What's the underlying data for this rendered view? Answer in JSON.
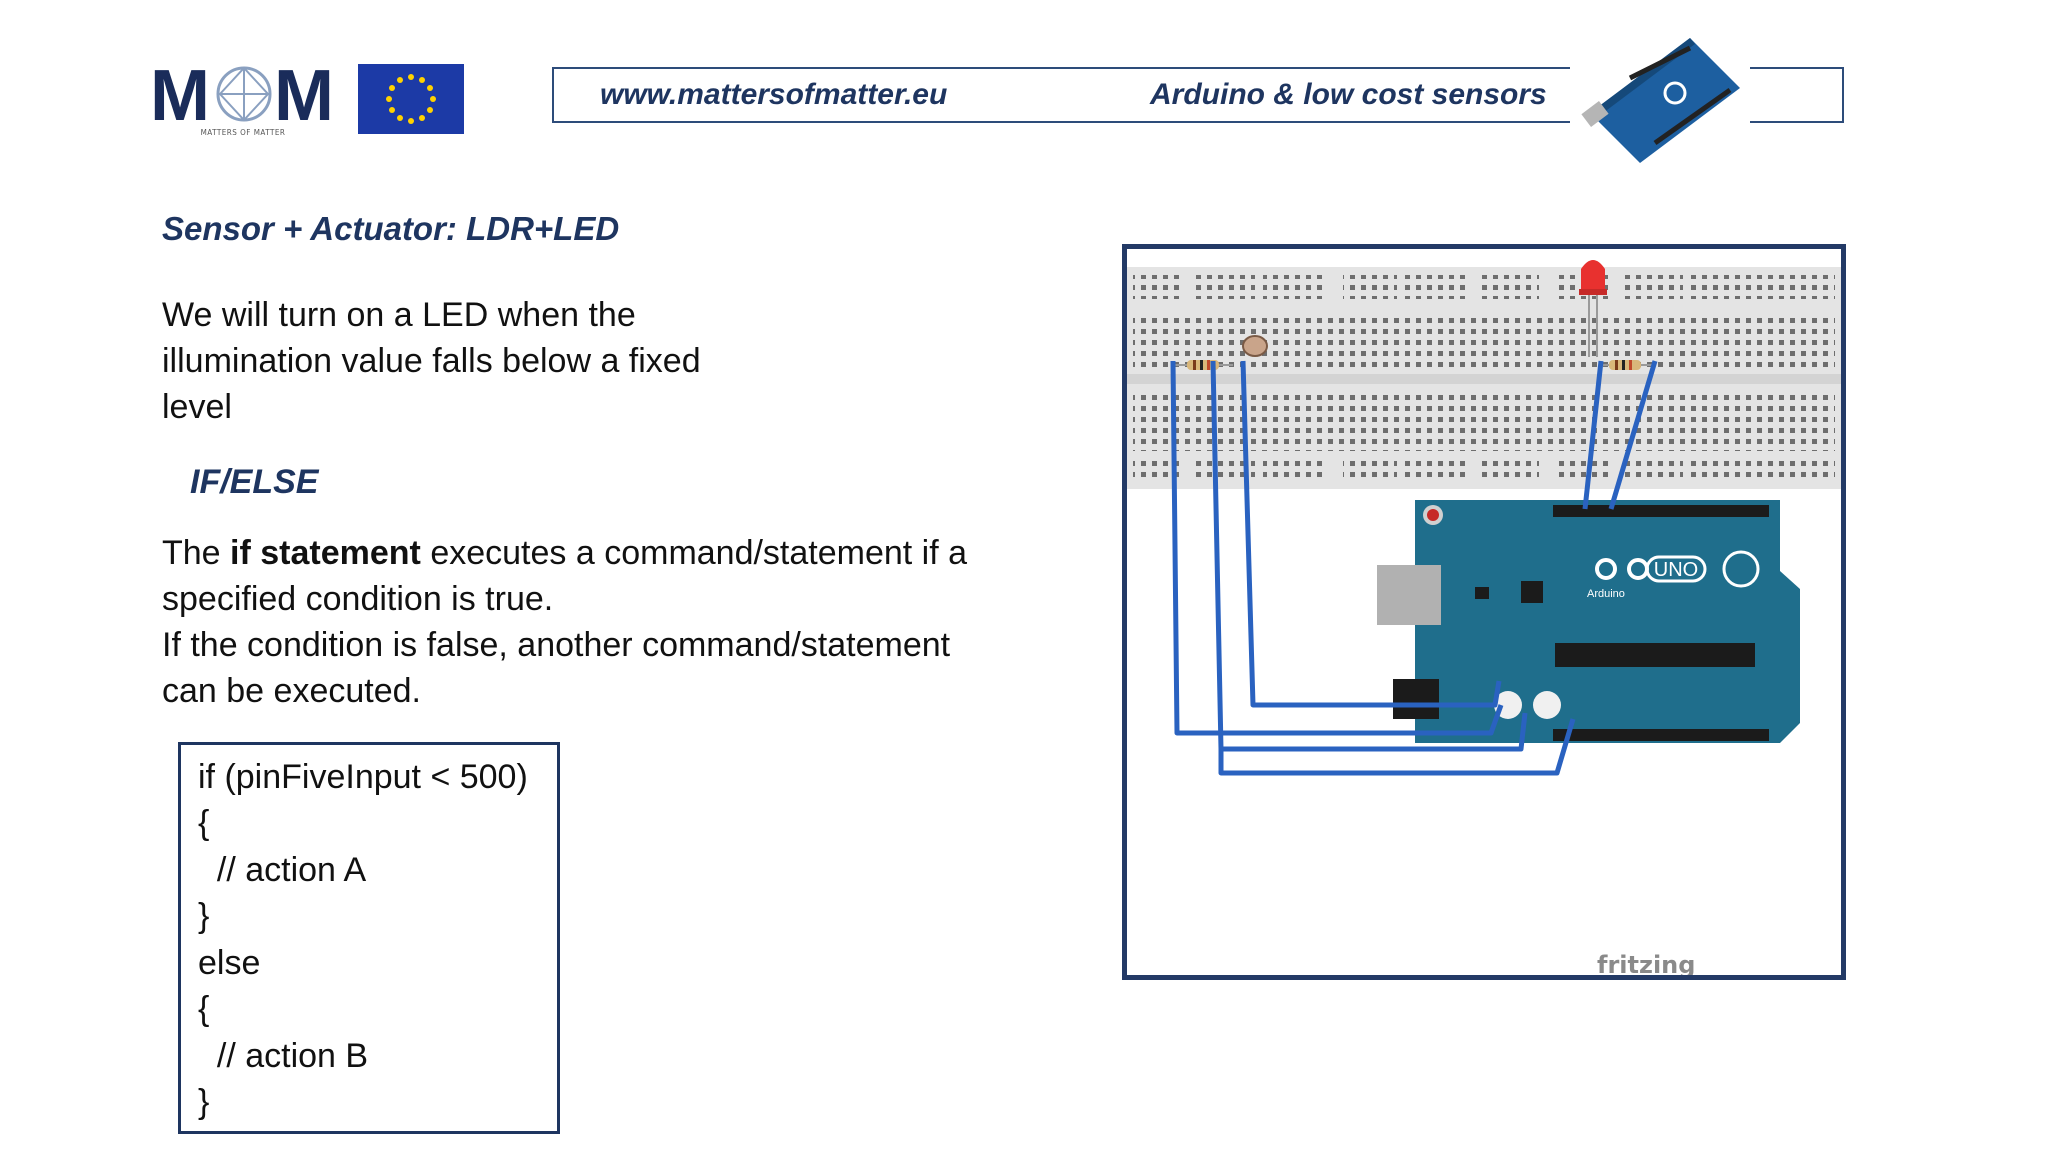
{
  "header": {
    "logo_letters": "MOM",
    "logo_subtext": "MATTERS OF MATTER",
    "eu_flag_icon": "eu-flag-icon",
    "url": "www.mattersofmatter.eu",
    "title": "Arduino & low cost sensors",
    "board_icon": "arduino-board-icon"
  },
  "content": {
    "section_title": "Sensor + Actuator: LDR+LED",
    "intro_lines": [
      "We will turn on a LED when the",
      "illumination value falls below a fixed",
      "level"
    ],
    "if_title": "IF/ELSE",
    "explain": {
      "part1": "The ",
      "bold": "if statement",
      "part2": " executes a command/statement if a",
      "line2": "specified condition is true.",
      "line3": "If the condition is false, another command/statement",
      "line4": "can be executed."
    },
    "code_lines": [
      "if (pinFiveInput < 500)",
      "{",
      "  // action A",
      "}",
      "else",
      "{",
      "  // action B",
      "}"
    ]
  },
  "circuit": {
    "watermark": "fritzing",
    "board_logo": "UNO",
    "board_brand": "Arduino",
    "colors": {
      "wire": "#2a62c0",
      "board": "#1f6e8c",
      "breadboard": "#e6e6e6",
      "led": "#e8312f",
      "frame": "#233a66"
    }
  }
}
